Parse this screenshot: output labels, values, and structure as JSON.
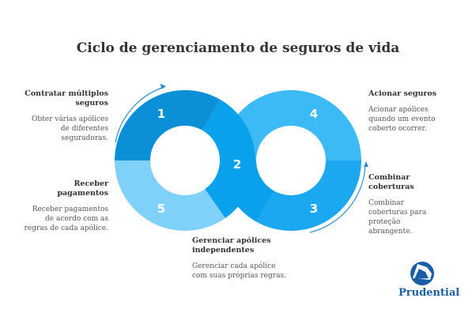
{
  "title": "Ciclo de gerenciamento de seguros de vida",
  "steps": [
    {
      "number": "1",
      "title": "Contratar múltiplos seguros",
      "text": "Obter várias apólices de diferentes seguradoras.",
      "color": "#0b8fd6"
    },
    {
      "number": "2",
      "title": "Gerenciar apólices independentes",
      "text": "Gerenciar cada apólice com suas próprias regras.",
      "color": "#09a1ec"
    },
    {
      "number": "3",
      "title": "Combinar coberturas",
      "text": "Combinar coberturas para proteção abrangente.",
      "color": "#1ba8f1"
    },
    {
      "number": "4",
      "title": "Acionar seguros",
      "text": "Acionar apólices quando um evento coberto ocorrer.",
      "color": "#3cbaf6"
    },
    {
      "number": "5",
      "title": "Receber pagamentos",
      "text": "Receber pagamentos de acordo com as regras de cada apólice.",
      "color": "#80d1fa"
    }
  ],
  "logo": {
    "name": "Prudential",
    "color": "#1a5ea8"
  }
}
